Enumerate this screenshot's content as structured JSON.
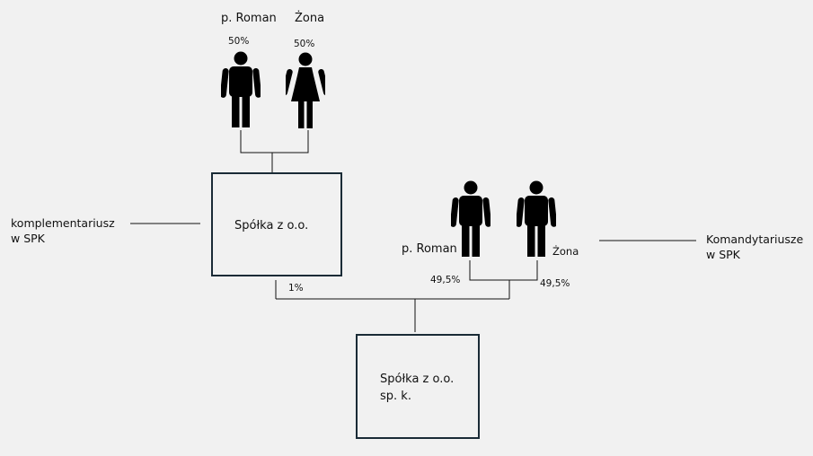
{
  "top_owners": {
    "man": {
      "name": "p. Roman",
      "share": "50%",
      "icon": "man-icon"
    },
    "woman": {
      "name": "Żona",
      "share": "50%",
      "icon": "woman-icon"
    }
  },
  "right_owners": {
    "man": {
      "name": "p. Roman",
      "share": "49,5%",
      "icon": "man-icon"
    },
    "second": {
      "name": "Żona",
      "share": "49,5%",
      "icon": "man-icon"
    }
  },
  "companies": {
    "general_partner": {
      "label": "Spółka z o.o."
    },
    "limited_partnership": {
      "line1": "Spółka z o.o.",
      "line2": "sp. k."
    }
  },
  "roles": {
    "left": {
      "line1": "komplementariusz",
      "line2": "w SPK"
    },
    "right": {
      "line1": "Komandytariusze",
      "line2": "w SPK"
    }
  },
  "general_partner_share": "1%",
  "colors": {
    "background": "#f1f1f1",
    "box_border": "#1a2b36",
    "icon_fill": "#000000",
    "line": "#111111"
  }
}
